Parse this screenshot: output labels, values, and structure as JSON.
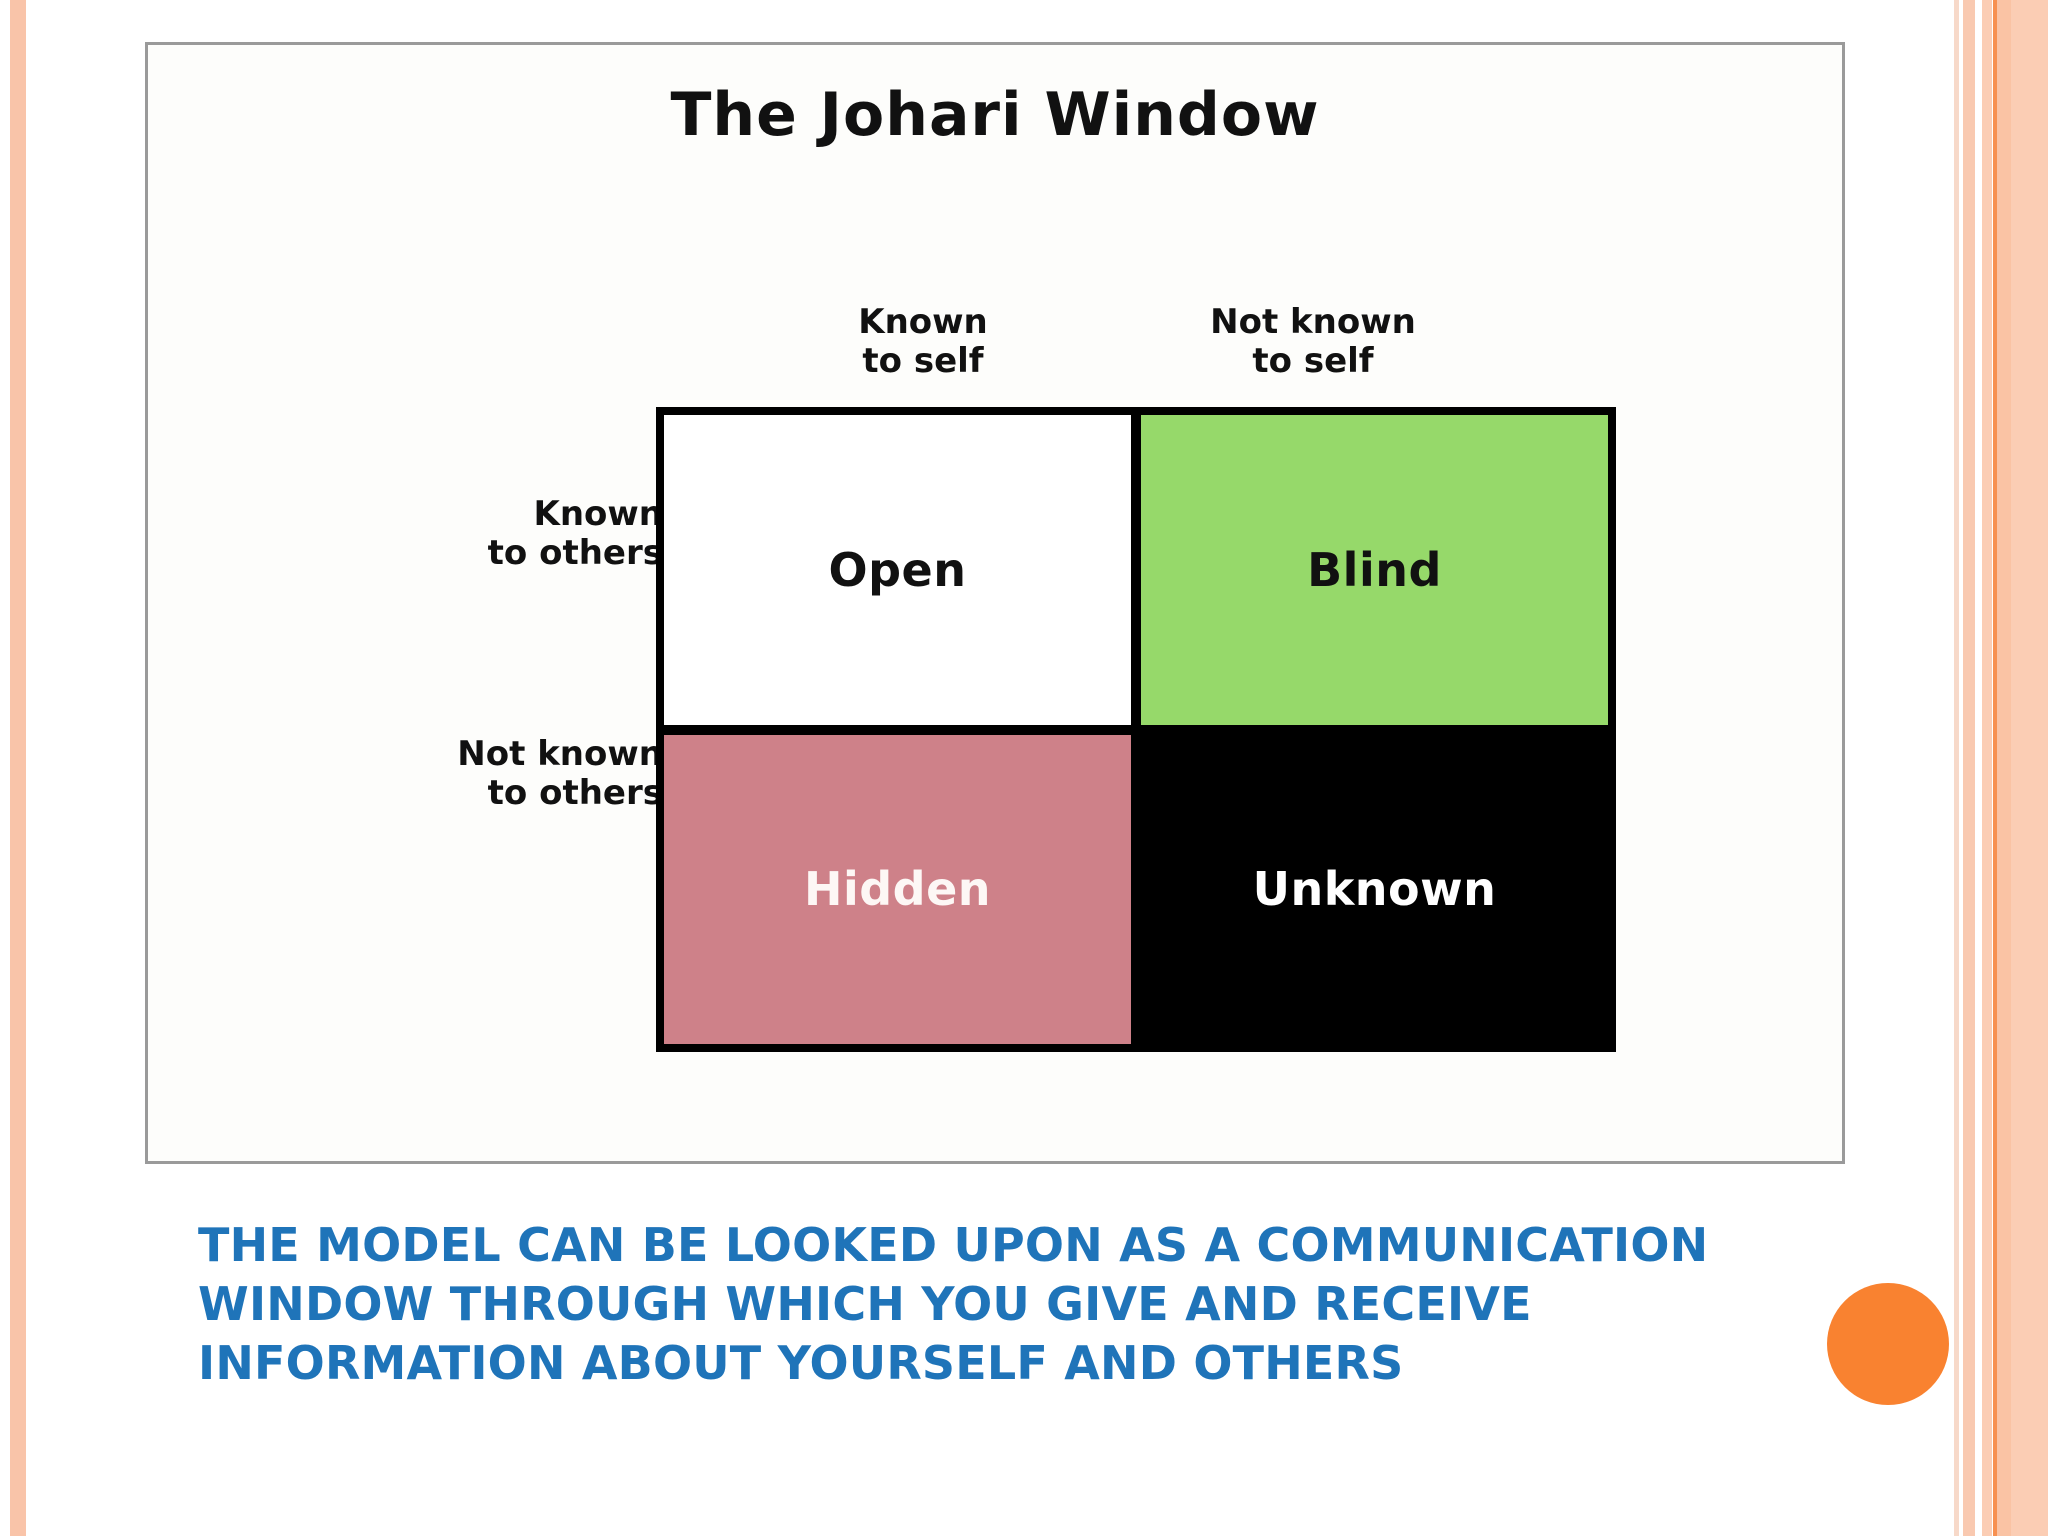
{
  "slide": {
    "background_color": "#ffffff",
    "accent_color": "#f98230",
    "caption_color": "#1f74b9"
  },
  "diagram": {
    "title": "The Johari Window",
    "column_headers": [
      "Known\nto self",
      "Not known\nto self"
    ],
    "row_headers": [
      "Known\nto others",
      "Not known\nto others"
    ],
    "quadrants": [
      {
        "label": "Open",
        "fill": "#ffffff",
        "text_color": "#111111"
      },
      {
        "label": "Blind",
        "fill": "#96d96a",
        "text_color": "#111111"
      },
      {
        "label": "Hidden",
        "fill": "#ce8189",
        "text_color": "#fdf7f5"
      },
      {
        "label": "Unknown",
        "fill": "#000000",
        "text_color": "#ffffff"
      }
    ]
  },
  "caption": {
    "text": "The model can be looked upon as a communication window through which you give and receive information about yourself and others"
  }
}
